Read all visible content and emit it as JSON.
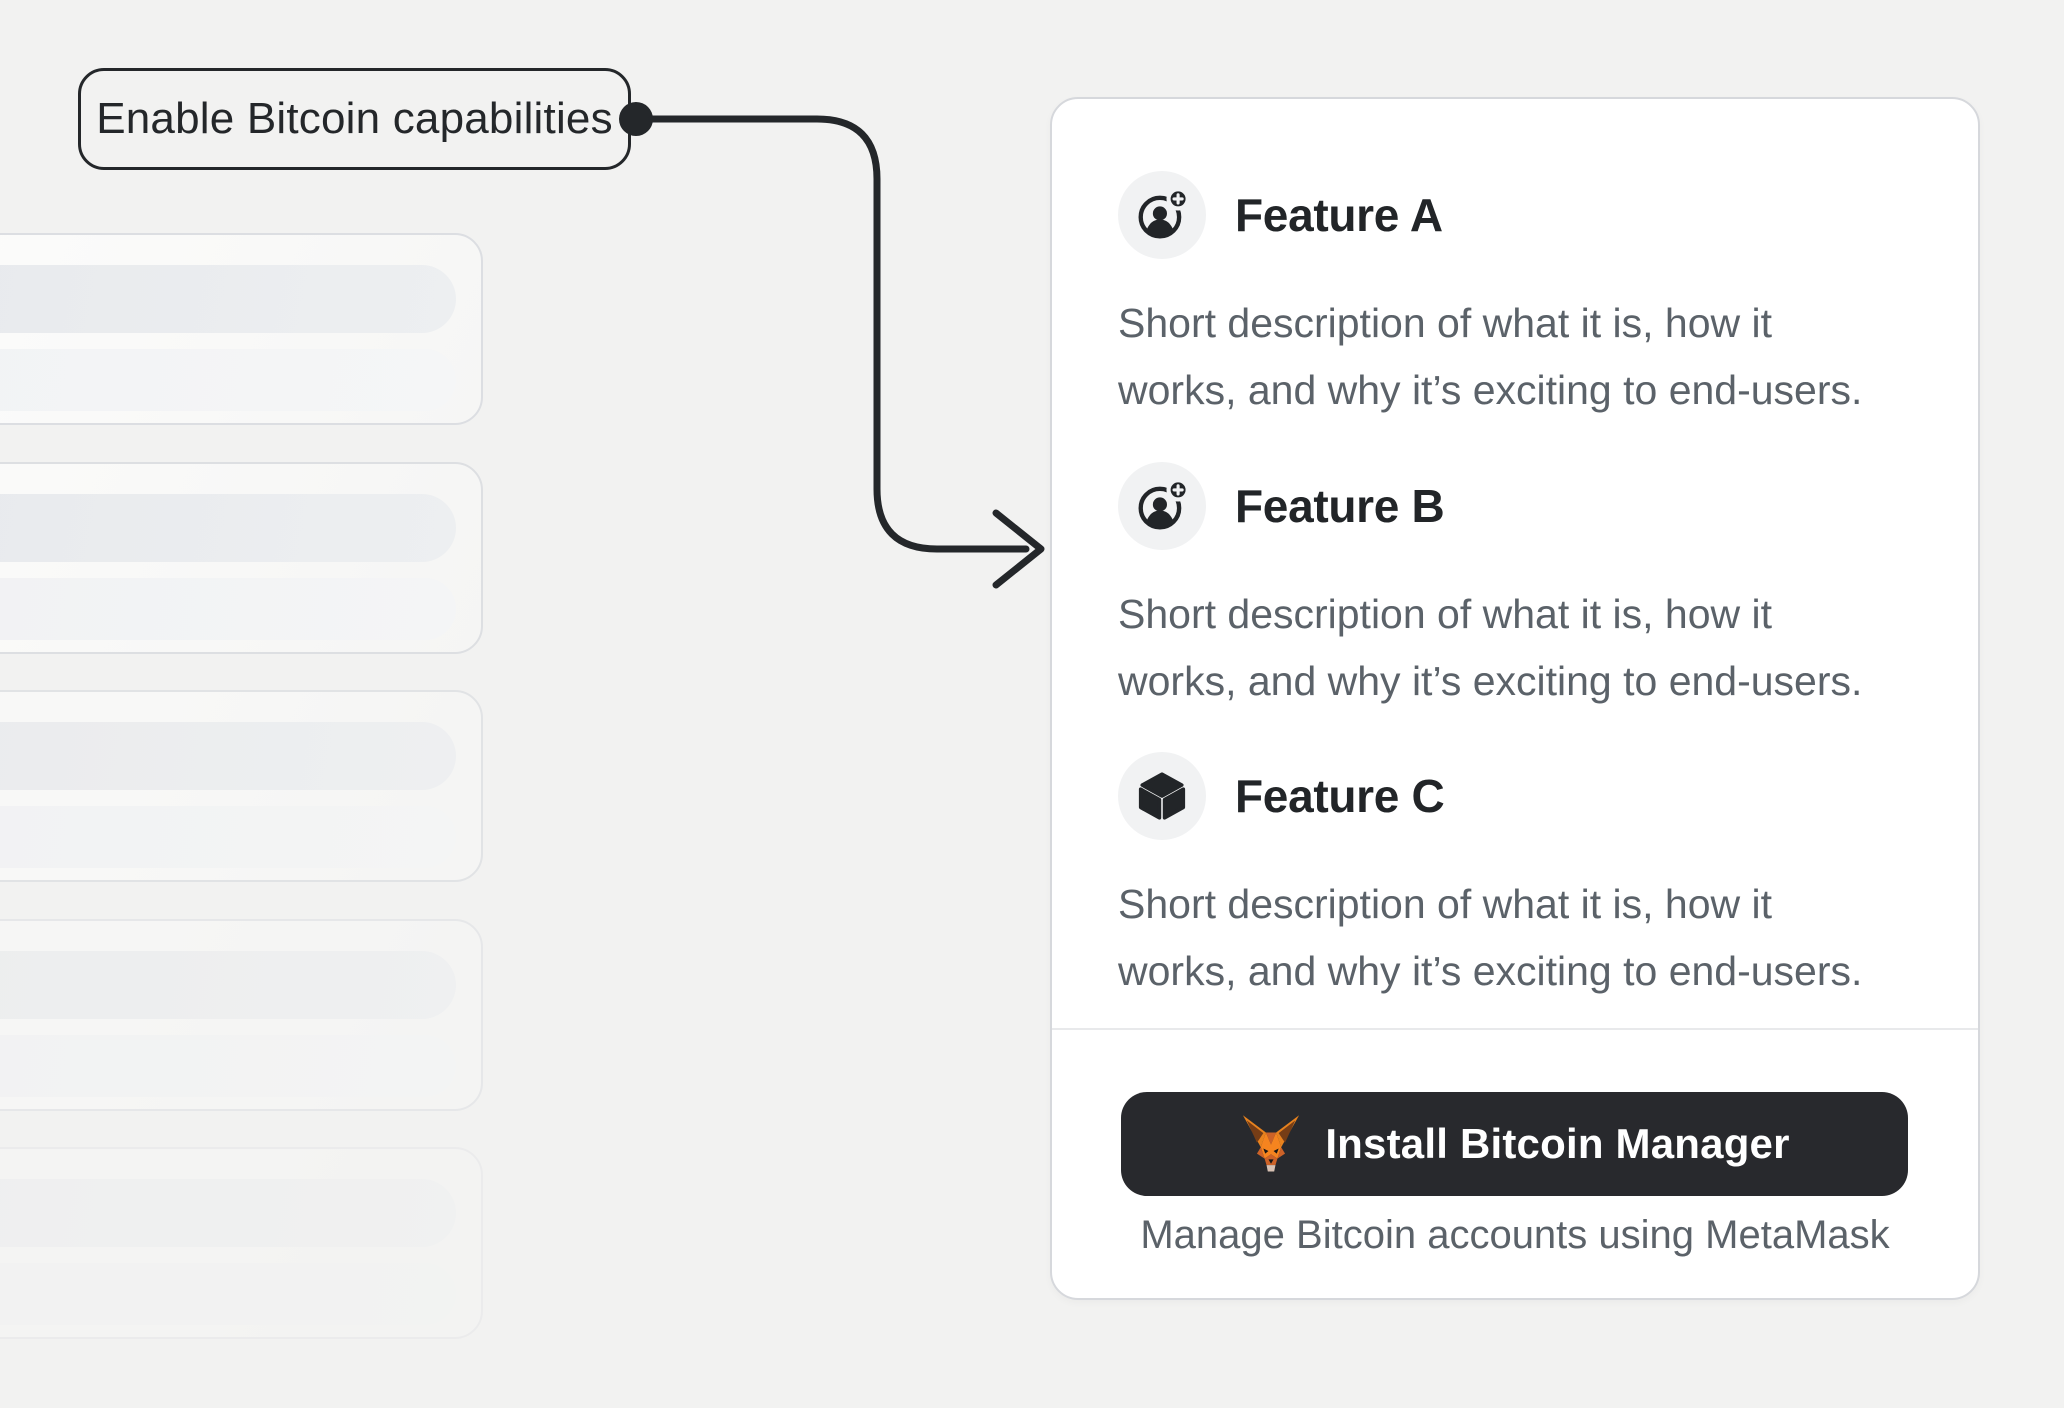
{
  "callout": {
    "label": "Enable Bitcoin capabilities"
  },
  "skeleton": {
    "card_count": 5,
    "bars_per_card": 2
  },
  "card": {
    "features": [
      {
        "icon": "account-plus-icon",
        "title": "Feature A",
        "lines": [
          "Short description of what it is, how it",
          "works, and why it’s exciting to end-users."
        ]
      },
      {
        "icon": "account-plus-icon",
        "title": "Feature B",
        "lines": [
          "Short description of what it is, how it",
          "works, and why it’s exciting to end-users."
        ]
      },
      {
        "icon": "cube-icon",
        "title": "Feature C",
        "lines": [
          "Short description of what it is, how it",
          "works, and why it’s exciting to end-users."
        ]
      }
    ],
    "footer": {
      "button_label": "Install Bitcoin Manager",
      "caption": "Manage Bitcoin accounts using MetaMask"
    }
  },
  "colors": {
    "page_bg": "#f2f2f1",
    "ink": "#24272a",
    "heading_text": "#222528",
    "body_text": "#5b6269",
    "button_bg": "#28292d",
    "card_border": "#d6d8dc",
    "metamask_orange": "#f5841f"
  }
}
